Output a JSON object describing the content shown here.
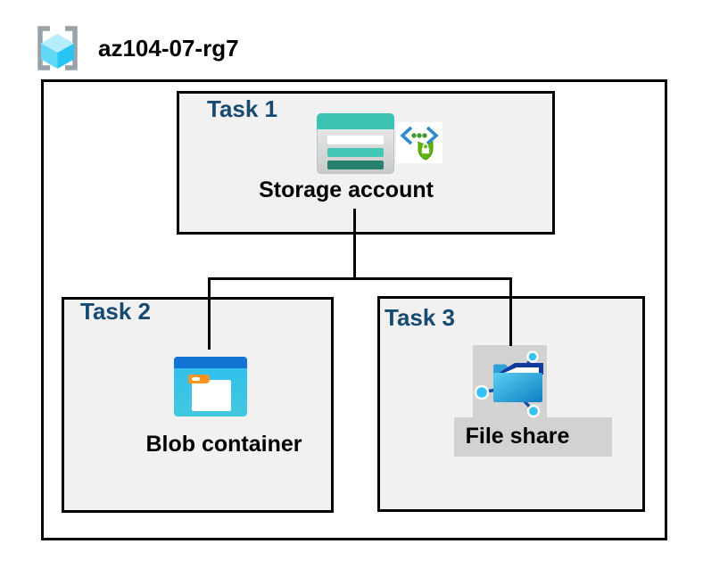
{
  "header": {
    "resource_group_name": "az104-07-rg7"
  },
  "tasks": [
    {
      "label": "Task 1",
      "item": "Storage account",
      "icon": "storage-account-icon",
      "badge_icon": "code-shield-lock-icon"
    },
    {
      "label": "Task 2",
      "item": "Blob container",
      "icon": "blob-container-icon"
    },
    {
      "label": "Task 3",
      "item": "File share",
      "icon": "file-share-icon"
    }
  ],
  "icons": {
    "resource_group": "azure-resource-group-icon",
    "storage_account": "storage-account-icon",
    "sas_badge": "code-shield-lock-icon",
    "blob_container": "blob-container-icon",
    "file_share": "file-share-icon"
  },
  "colors": {
    "task_label_blue": "#174a70",
    "box_border": "#000000",
    "task_box_fill": "#f1f1f2",
    "file_share_highlight": "#d2d2d2",
    "storage_teal": "#3dc3b2",
    "storage_teal_dark": "#27816f",
    "blob_header_blue": "#1173d4",
    "blob_body_cyan": "#35c1ea",
    "folder_tab_orange": "#f5941f",
    "azure_cyan": "#35c1f1",
    "shield_green": "#5cb30e",
    "bracket_gray": "#9aa1a7",
    "connector": "#000000"
  }
}
